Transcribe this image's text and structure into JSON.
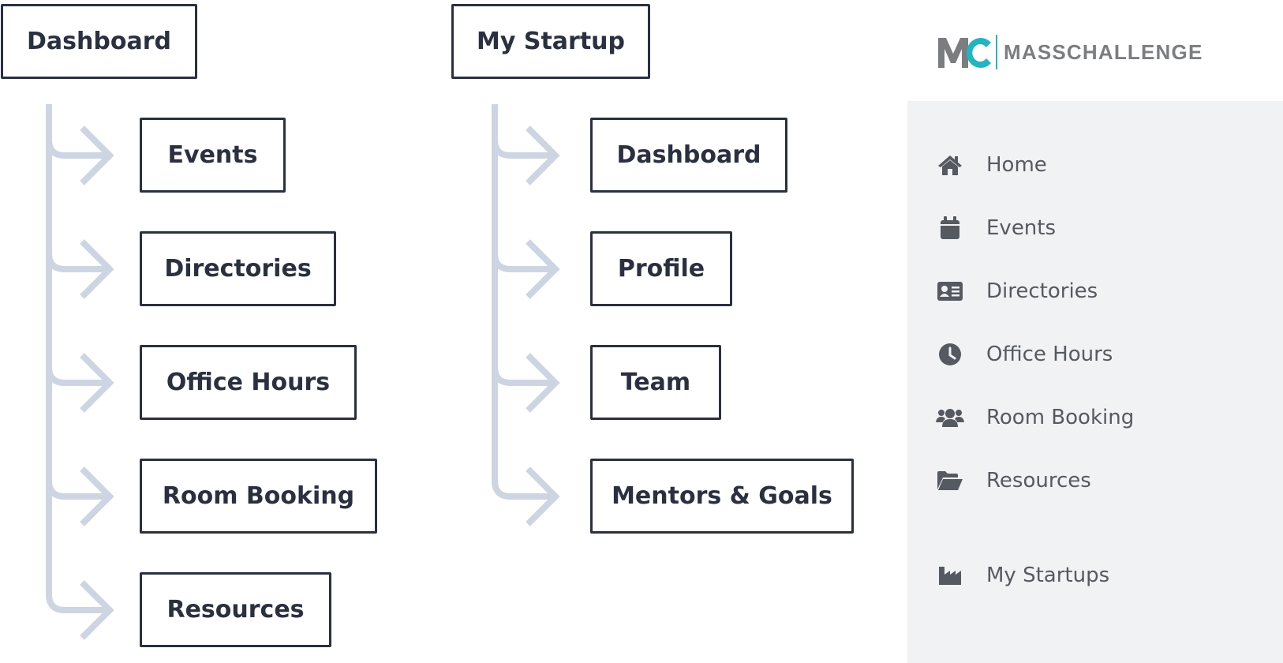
{
  "tree_left": {
    "root": "Dashboard",
    "children": [
      "Events",
      "Directories",
      "Office Hours",
      "Room Booking",
      "Resources"
    ]
  },
  "tree_middle": {
    "root": "My Startup",
    "children": [
      "Dashboard",
      "Profile",
      "Team",
      "Mentors & Goals"
    ]
  },
  "sidebar": {
    "logo_text": "MASSCHALLENGE",
    "logo_mark": "MC",
    "items": [
      {
        "label": "Home",
        "icon": "home-icon"
      },
      {
        "label": "Events",
        "icon": "calendar-icon"
      },
      {
        "label": "Directories",
        "icon": "id-card-icon"
      },
      {
        "label": "Office Hours",
        "icon": "clock-icon"
      },
      {
        "label": "Room Booking",
        "icon": "users-icon"
      },
      {
        "label": "Resources",
        "icon": "folder-open-icon"
      },
      {
        "label": "My Startups",
        "icon": "industry-icon"
      }
    ]
  },
  "colors": {
    "box_border": "#2a3040",
    "connector": "#cdd5e2",
    "panel_bg": "#f1f2f4",
    "icon": "#555a61",
    "logo_accent": "#22b5c1",
    "logo_gray": "#7b7d80"
  }
}
